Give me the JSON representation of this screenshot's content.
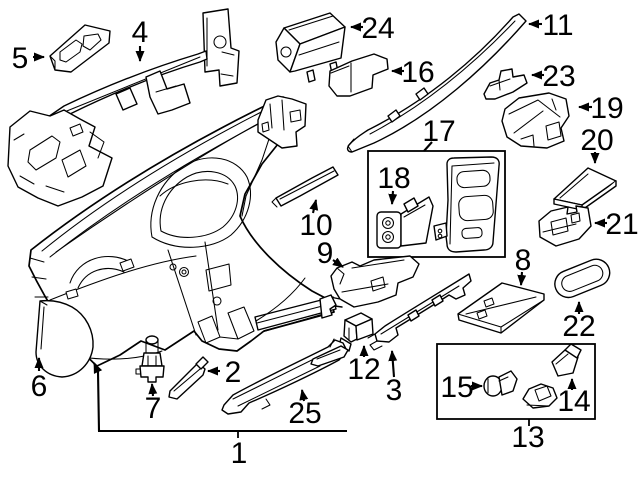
{
  "diagram": {
    "type": "exploded-parts-diagram",
    "subject": "Instrument panel / dashboard assembly",
    "background_color": "#ffffff",
    "line_color": "#000000",
    "callout_count": 25
  },
  "callouts": [
    {
      "label": "1"
    },
    {
      "label": "2"
    },
    {
      "label": "3"
    },
    {
      "label": "4"
    },
    {
      "label": "5"
    },
    {
      "label": "6"
    },
    {
      "label": "7"
    },
    {
      "label": "8"
    },
    {
      "label": "9"
    },
    {
      "label": "10"
    },
    {
      "label": "11"
    },
    {
      "label": "12"
    },
    {
      "label": "13"
    },
    {
      "label": "14"
    },
    {
      "label": "15"
    },
    {
      "label": "16"
    },
    {
      "label": "17"
    },
    {
      "label": "18"
    },
    {
      "label": "19"
    },
    {
      "label": "20"
    },
    {
      "label": "21"
    },
    {
      "label": "22"
    },
    {
      "label": "23"
    },
    {
      "label": "24"
    },
    {
      "label": "25"
    }
  ],
  "boxed_groups": [
    {
      "box_label": "17",
      "member_labels": [
        "18"
      ]
    },
    {
      "box_label": "13",
      "member_labels": [
        "15",
        "14"
      ]
    }
  ]
}
